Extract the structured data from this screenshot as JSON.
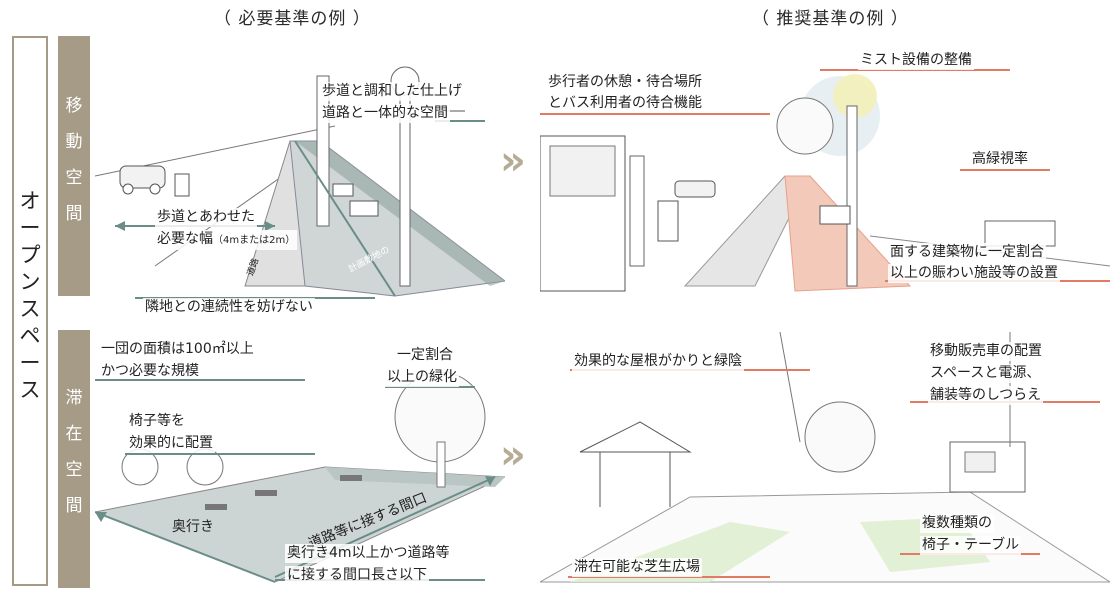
{
  "headers": {
    "required": "（ 必要基準の例 ）",
    "recommended": "（ 推奨基準の例 ）"
  },
  "side": {
    "main": [
      "オ",
      "ー",
      "プ",
      "ン",
      "ス",
      "ペ",
      "ー",
      "ス"
    ],
    "move": [
      "移",
      "動",
      "空",
      "間"
    ],
    "stay": [
      "滞",
      "在",
      "空",
      "間"
    ]
  },
  "arrows": {
    "glyph": "»"
  },
  "move_required": {
    "l1": "歩道と調和した仕上げ",
    "l2": "道路と一体的な空間",
    "l3": "歩道とあわせた",
    "l4": "必要な幅",
    "l4_small": "（4mまたは2m）",
    "l5": "隣地との連続性を妨げない",
    "road_text": "計画敷地の",
    "road_text2": "道路"
  },
  "move_recommended": {
    "l1": "歩行者の休憩・待合場所",
    "l2": "とバス利用者の待合機能",
    "l3": "ミスト設備の整備",
    "l4": "高緑視率",
    "l5": "面する建築物に一定割合",
    "l6": "以上の賑わい施設等の設置"
  },
  "stay_required": {
    "l1": "一団の面積は100㎡以上",
    "l2": "かつ必要な規模",
    "l3": "一定割合",
    "l4": "以上の緑化",
    "l5": "椅子等を",
    "l6": "効果的に配置",
    "l7": "奥行き",
    "l8": "道路等に接する間口",
    "l9": "奥行き4m以上かつ道路等",
    "l10": "に接する間口長さ以下"
  },
  "stay_recommended": {
    "l1": "効果的な屋根がかりと緑陰",
    "l2": "移動販売車の配置",
    "l3": "スペースと電源、",
    "l4": "舗装等のしつらえ",
    "l5": "複数種類の",
    "l6": "椅子・テーブル",
    "l7": "滞在可能な芝生広場"
  }
}
